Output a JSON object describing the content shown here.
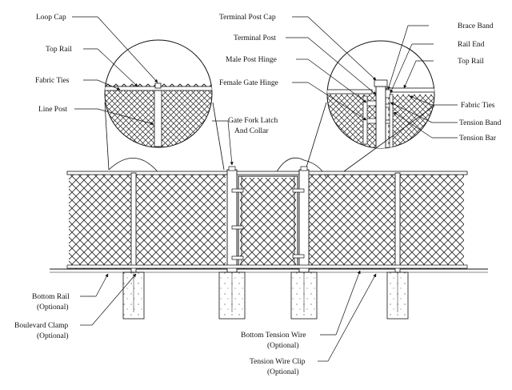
{
  "labels": {
    "loop_cap": "Loop Cap",
    "top_rail_left": "Top Rail",
    "fabric_ties_left": "Fabric Ties",
    "line_post": "Line Post",
    "terminal_post_cap": "Terminal Post Cap",
    "terminal_post": "Terminal Post",
    "male_post_hinge": "Male Post Hinge",
    "female_gate_hinge": "Female Gate Hinge",
    "gate_fork_latch_1": "Gate Fork Latch",
    "gate_fork_latch_2": "And Collar",
    "brace_band": "Brace Band",
    "rail_end": "Rail End",
    "top_rail_right": "Top Rail",
    "fabric_ties_right": "Fabric Ties",
    "tension_band": "Tension Band",
    "tension_bar": "Tension Bar",
    "bottom_rail_1": "Bottom Rail",
    "bottom_rail_2": "(Optional)",
    "boulevard_clamp_1": "Boulevard Clamp",
    "boulevard_clamp_2": "(Optional)",
    "bottom_tension_wire_1": "Bottom Tension Wire",
    "bottom_tension_wire_2": "(Optional)",
    "tension_wire_clip_1": "Tension Wire Clip",
    "tension_wire_clip_2": "(Optional)"
  },
  "colors": {
    "line": "#111111",
    "ground": "#888888",
    "mesh": "#222222"
  }
}
